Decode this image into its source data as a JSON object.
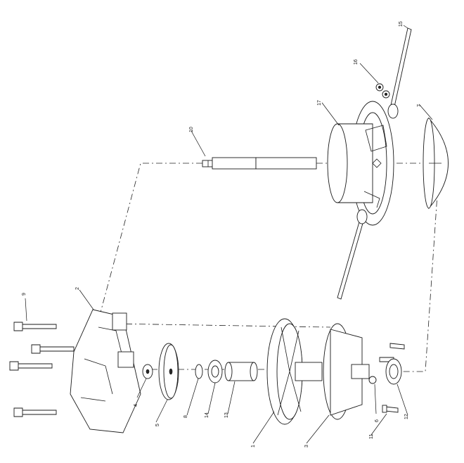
{
  "diagram": {
    "type": "exploded-assembly",
    "callouts": [
      {
        "id": "c1",
        "label": "1"
      },
      {
        "id": "c2",
        "label": "2"
      },
      {
        "id": "c3",
        "label": "3"
      },
      {
        "id": "c4",
        "label": "4"
      },
      {
        "id": "c5",
        "label": "5"
      },
      {
        "id": "c6",
        "label": "6"
      },
      {
        "id": "c7",
        "label": "7"
      },
      {
        "id": "c8",
        "label": "8"
      },
      {
        "id": "c9",
        "label": "9"
      },
      {
        "id": "c10",
        "label": "10"
      },
      {
        "id": "c11",
        "label": "11"
      },
      {
        "id": "c12",
        "label": "12"
      },
      {
        "id": "c13",
        "label": "13"
      },
      {
        "id": "c14",
        "label": "14"
      },
      {
        "id": "c15",
        "label": "15"
      },
      {
        "id": "c16",
        "label": "16"
      },
      {
        "id": "c17",
        "label": "17"
      }
    ]
  }
}
